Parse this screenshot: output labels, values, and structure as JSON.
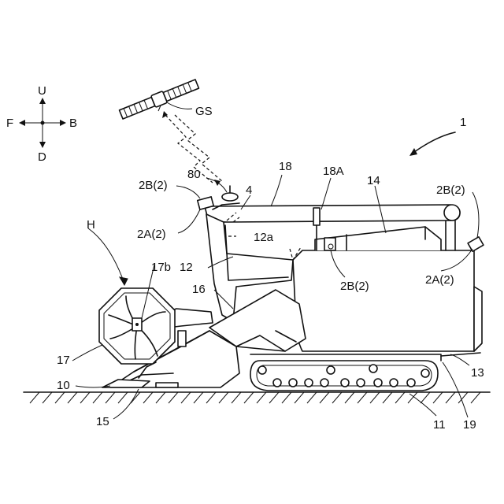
{
  "compass": {
    "up": "U",
    "down": "D",
    "front": "F",
    "back": "B"
  },
  "labels": {
    "machine": "1",
    "satellite": "GS",
    "antenna": "80",
    "sensor_front_top_b": "2B(2)",
    "sensor_front_top_a": "2A(2)",
    "sensor_rear_b": "2B(2)",
    "sensor_rear_a": "2A(2)",
    "sensor_mid_b": "2B(2)",
    "cabin_ref": "4",
    "roof": "18",
    "roof_post": "18A",
    "grain_tank": "14",
    "cab_ref": "12a",
    "cab": "12",
    "header": "H",
    "reel_part": "17b",
    "feeder": "16",
    "reel": "17",
    "cutter": "10",
    "platform": "15",
    "crawler": "11",
    "body": "13",
    "frame": "19"
  }
}
